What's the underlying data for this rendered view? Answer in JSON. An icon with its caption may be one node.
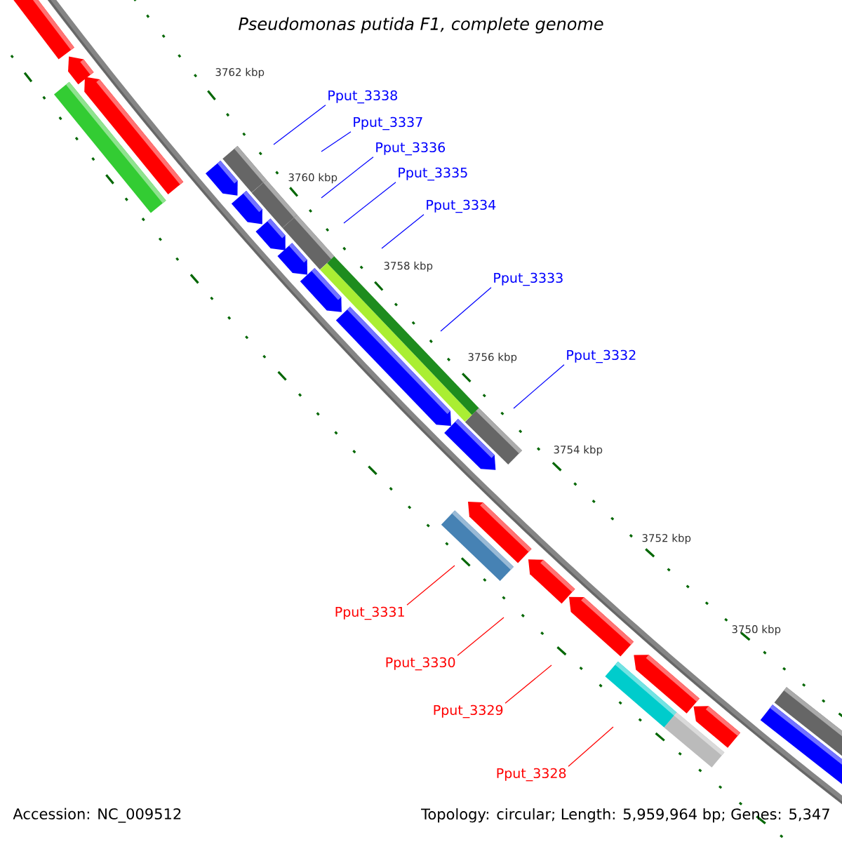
{
  "diagram": {
    "title": "Pseudomonas putida F1, complete genome",
    "nodes": [
      {
        "text": [
          "Pput_3338"
        ]
      },
      {
        "text": [
          "Pput_3337"
        ]
      },
      {
        "text": [
          "Pput_3336"
        ]
      },
      {
        "text": [
          "Pput_3335"
        ]
      },
      {
        "text": [
          "Pput_3334"
        ]
      },
      {
        "text": [
          "Pput_3333"
        ]
      },
      {
        "text": [
          "Pput_3332"
        ]
      },
      {
        "text": [
          "Pput_3331"
        ]
      },
      {
        "text": [
          "Pput_3330"
        ]
      },
      {
        "text": [
          "Pput_3329"
        ]
      },
      {
        "text": [
          "Pput_3328"
        ]
      }
    ],
    "edges": [
      {
        "from": 0,
        "to": null,
        "arrow": "none"
      },
      {
        "from": 1,
        "to": null,
        "arrow": "none"
      },
      {
        "from": 2,
        "to": null,
        "arrow": "none"
      },
      {
        "from": 3,
        "to": null,
        "arrow": "none"
      },
      {
        "from": 4,
        "to": null,
        "arrow": "none"
      },
      {
        "from": 5,
        "to": null,
        "arrow": "none"
      },
      {
        "from": 6,
        "to": null,
        "arrow": "none"
      },
      {
        "from": 7,
        "to": null,
        "arrow": "none",
        "color": "#ff0000"
      },
      {
        "from": 8,
        "to": null,
        "arrow": "none",
        "color": "#ff0000"
      },
      {
        "from": 9,
        "to": null,
        "arrow": "none",
        "color": "#ff0000"
      },
      {
        "from": 10,
        "to": null,
        "arrow": "none",
        "color": "#ff0000"
      }
    ],
    "labels": [
      "3762 kbp",
      "3760 kbp",
      "3758 kbp",
      "3756 kbp",
      "3754 kbp",
      "3752 kbp",
      "3750 kbp",
      "Accession: NC_009512",
      "Topology: circular; Length: 5,959,964 bp; Genes: 5,347"
    ]
  }
}
